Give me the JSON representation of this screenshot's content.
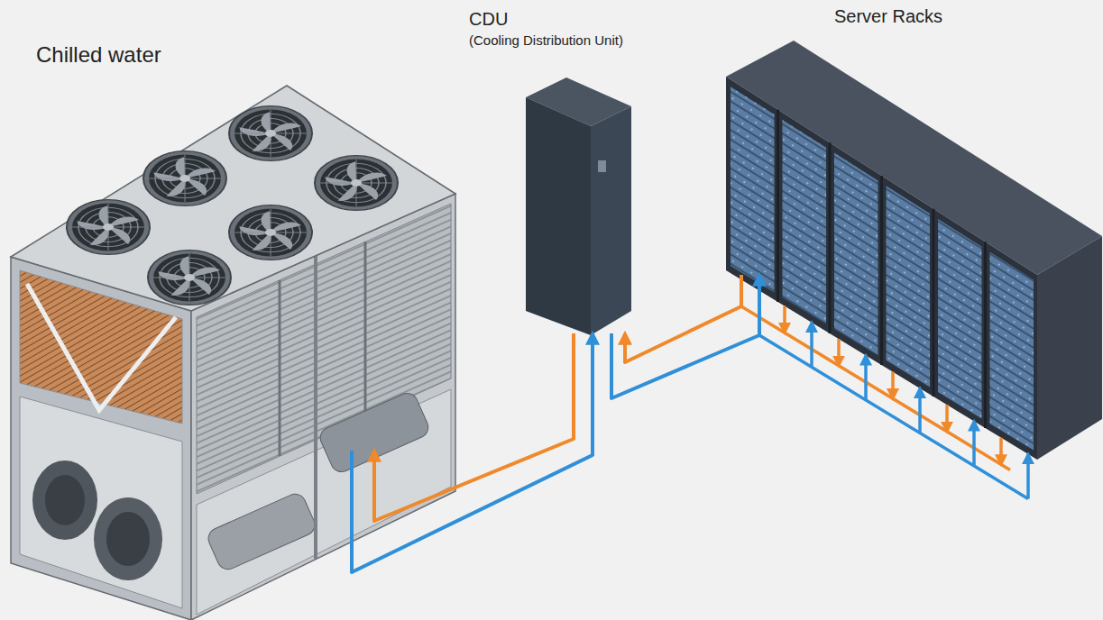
{
  "diagram": {
    "nodes": [
      {
        "text": [
          "Chilled water"
        ]
      },
      {
        "text": [
          "CDU",
          "(Cooling Distribution Unit)"
        ]
      },
      {
        "text": [
          "Server Racks"
        ]
      }
    ],
    "edges": [
      {
        "from": 1,
        "to": 0,
        "arrow": "to"
      },
      {
        "from": 0,
        "to": 1,
        "arrow": "to"
      },
      {
        "from": 2,
        "to": 1,
        "arrow": "to"
      },
      {
        "from": 1,
        "to": 2,
        "arrow": "to"
      }
    ]
  }
}
